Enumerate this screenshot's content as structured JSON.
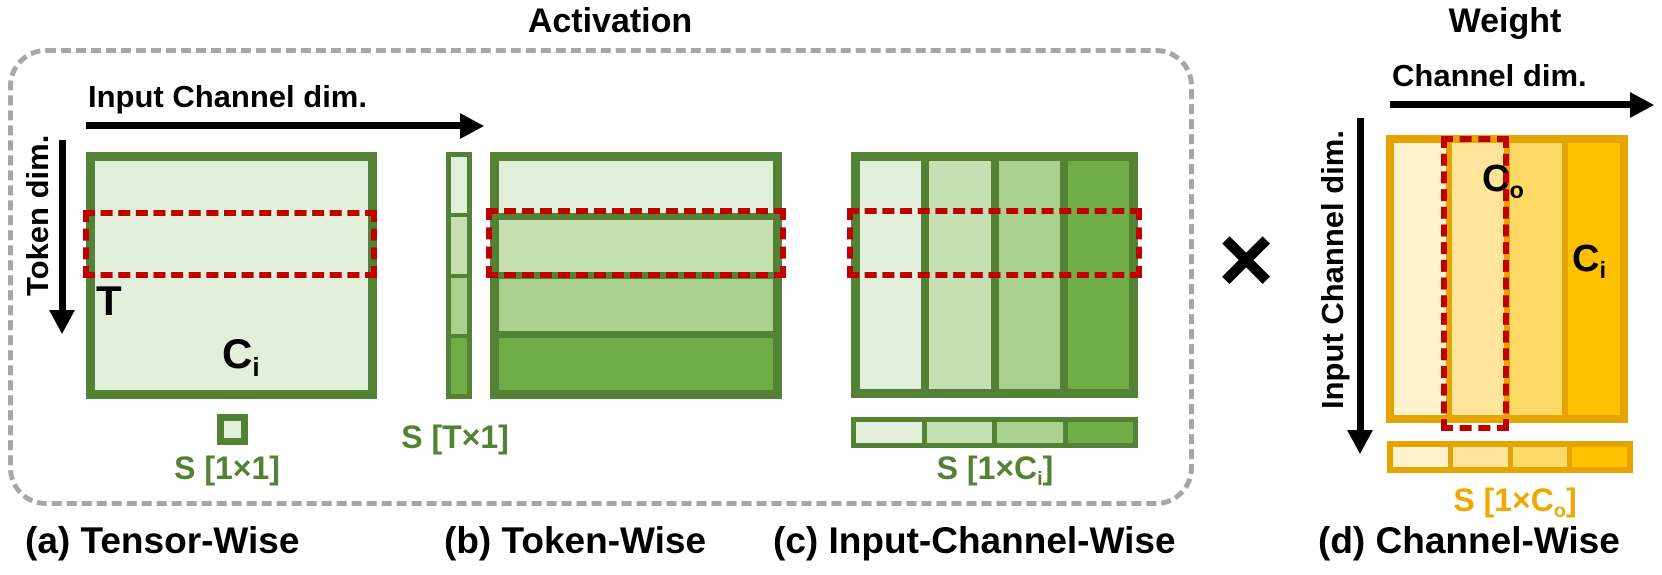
{
  "activation": {
    "title": "Activation",
    "axis_h": "Input Channel dim.",
    "axis_v": "Token dim.",
    "panel_a": {
      "caption": "(a) Tensor-Wise",
      "t_label": "T",
      "ci": {
        "pre": "C",
        "sub": "i"
      },
      "scale": {
        "pre": "S [1×1]"
      }
    },
    "panel_b": {
      "caption": "(b) Token-Wise",
      "scale": {
        "pre": "S [T×1]"
      }
    },
    "panel_c": {
      "caption": "(c) Input-Channel-Wise",
      "scale": {
        "pre": "S [1×C",
        "sub": "i",
        "post": "]"
      }
    }
  },
  "operator": {
    "multiply": "×"
  },
  "weight": {
    "title": "Weight",
    "axis_h": "Channel dim.",
    "axis_v": "Input Channel dim.",
    "co": {
      "pre": "C",
      "sub": "o"
    },
    "ci": {
      "pre": "C",
      "sub": "i"
    },
    "scale": {
      "pre": "S [1×C",
      "sub": "o",
      "post": "]"
    },
    "caption": "(d) Channel-Wise"
  },
  "colors": {
    "green_border": "#548235",
    "green_shades": [
      "#E2EFDA",
      "#C6E0B4",
      "#A9D08E",
      "#70AD47"
    ],
    "gold_border": "#E5A400",
    "gold_shades": [
      "#FFF2CC",
      "#FFE599",
      "#FFD966",
      "#FFC000"
    ],
    "red_dotted_box": "#C00000",
    "dashed_outline": "#A6A6A6",
    "green_label_text": "#548235",
    "gold_label_text": "#EDA900"
  }
}
